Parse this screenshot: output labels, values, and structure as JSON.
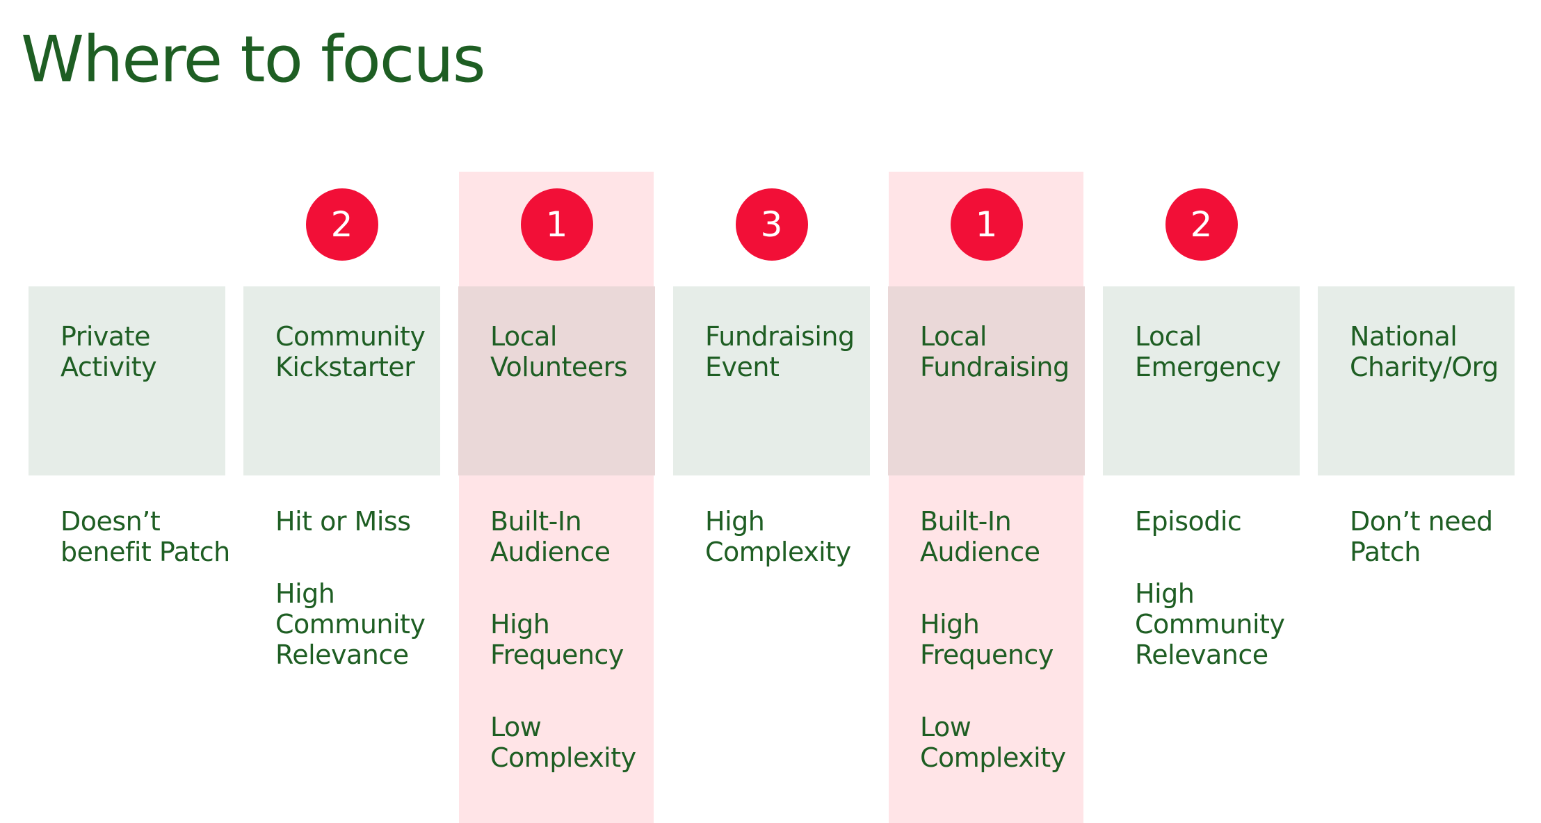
{
  "title": "Where to focus",
  "colors": {
    "text": "#1e5e23",
    "badge": "#f20f37",
    "card": "#e6ede8",
    "highlight_column": "#ffe4e7"
  },
  "columns": [
    {
      "label": "Private Activity",
      "rank": "",
      "highlighted": false,
      "notes": [
        "Doesn’t benefit Patch"
      ]
    },
    {
      "label": "Community Kickstarter",
      "rank": "2",
      "highlighted": false,
      "notes": [
        "Hit or Miss",
        "High Community Relevance"
      ]
    },
    {
      "label": "Local Volunteers",
      "rank": "1",
      "highlighted": true,
      "notes": [
        "Built-In Audience",
        "High Frequency",
        "Low Complexity"
      ]
    },
    {
      "label": "Fundraising Event",
      "rank": "3",
      "highlighted": false,
      "notes": [
        "High Complexity"
      ]
    },
    {
      "label": "Local Fundraising",
      "rank": "1",
      "highlighted": true,
      "notes": [
        "Built-In Audience",
        "High Frequency",
        "Low Complexity"
      ]
    },
    {
      "label": "Local Emergency",
      "rank": "2",
      "highlighted": false,
      "notes": [
        "Episodic",
        "High Community Relevance"
      ]
    },
    {
      "label": "National Charity/Org",
      "rank": "",
      "highlighted": false,
      "notes": [
        "Don’t need Patch"
      ]
    }
  ]
}
